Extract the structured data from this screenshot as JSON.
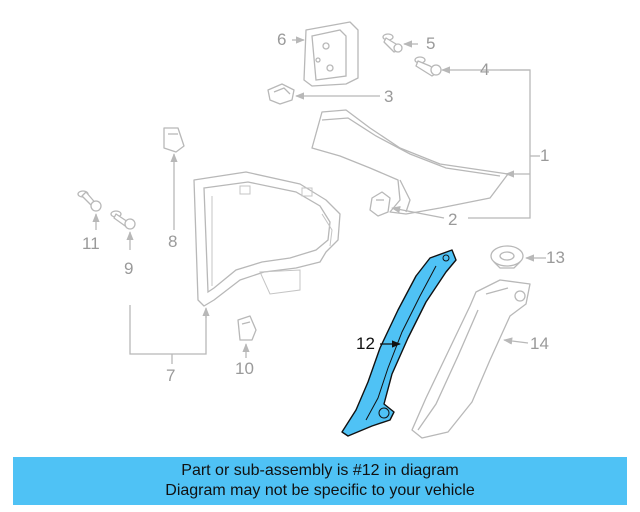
{
  "callouts": {
    "c1": "1",
    "c2": "2",
    "c3": "3",
    "c4": "4",
    "c5": "5",
    "c6": "6",
    "c7": "7",
    "c8": "8",
    "c9": "9",
    "c10": "10",
    "c11": "11",
    "c12": "12",
    "c13": "13",
    "c14": "14"
  },
  "highlight_color": "#4fc2f5",
  "banner": {
    "line1": "Part or sub-assembly is #12 in diagram",
    "line2": "Diagram may not be specific to your vehicle"
  }
}
